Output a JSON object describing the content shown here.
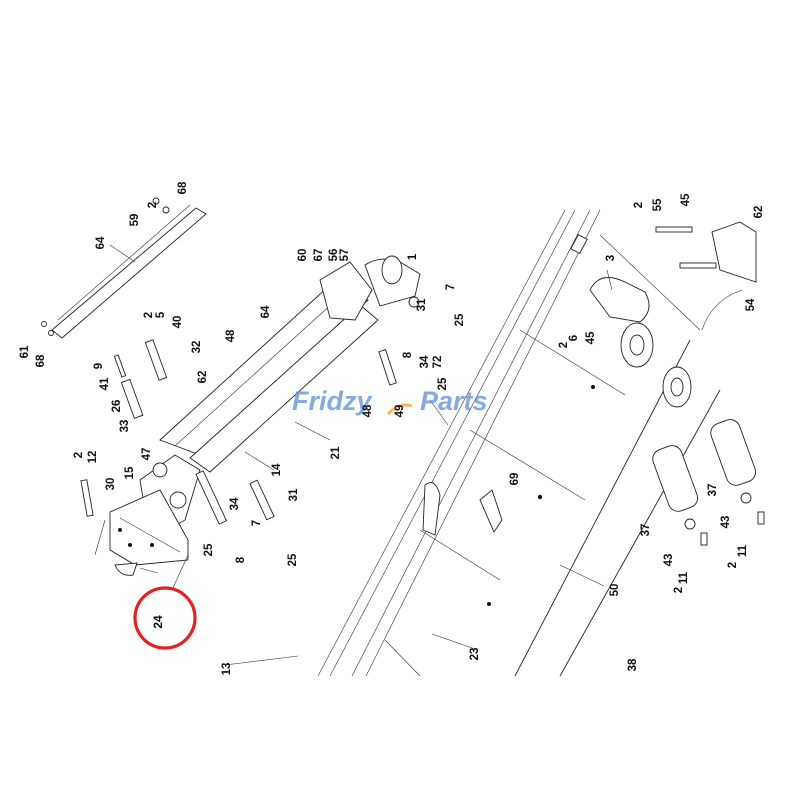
{
  "watermark": {
    "brand_part1": "Fridzy",
    "brand_part2": "Parts",
    "brand_color": "#5b8fd6",
    "accent_color": "#f0a21b"
  },
  "highlight": {
    "label": "24",
    "ring_color": "#e02424"
  },
  "callouts": [
    {
      "id": "c-64a",
      "text": "64",
      "rot": -90
    },
    {
      "id": "c-59",
      "text": "59",
      "rot": -90
    },
    {
      "id": "c-2a",
      "text": "2",
      "rot": -90
    },
    {
      "id": "c-68a",
      "text": "68",
      "rot": -90
    },
    {
      "id": "c-61",
      "text": "61",
      "rot": -90
    },
    {
      "id": "c-68b",
      "text": "68",
      "rot": -90
    },
    {
      "id": "c-2b",
      "text": "2",
      "rot": -90
    },
    {
      "id": "c-5",
      "text": "5",
      "rot": -90
    },
    {
      "id": "c-40",
      "text": "40",
      "rot": -90
    },
    {
      "id": "c-32",
      "text": "32",
      "rot": -90
    },
    {
      "id": "c-9",
      "text": "9",
      "rot": -90
    },
    {
      "id": "c-41",
      "text": "41",
      "rot": -90
    },
    {
      "id": "c-26",
      "text": "26",
      "rot": -90
    },
    {
      "id": "c-33",
      "text": "33",
      "rot": -90
    },
    {
      "id": "c-62a",
      "text": "62",
      "rot": -90
    },
    {
      "id": "c-48a",
      "text": "48",
      "rot": -90
    },
    {
      "id": "c-64b",
      "text": "64",
      "rot": -90
    },
    {
      "id": "c-60",
      "text": "60",
      "rot": -90
    },
    {
      "id": "c-67",
      "text": "67",
      "rot": -90
    },
    {
      "id": "c-56",
      "text": "56",
      "rot": -90
    },
    {
      "id": "c-57",
      "text": "57",
      "rot": -90
    },
    {
      "id": "c-1",
      "text": "1",
      "rot": -90
    },
    {
      "id": "c-31a",
      "text": "31",
      "rot": -90
    },
    {
      "id": "c-7a",
      "text": "7",
      "rot": -90
    },
    {
      "id": "c-25a",
      "text": "25",
      "rot": -90
    },
    {
      "id": "c-8a",
      "text": "8",
      "rot": -90
    },
    {
      "id": "c-34a",
      "text": "34",
      "rot": -90
    },
    {
      "id": "c-72",
      "text": "72",
      "rot": -90
    },
    {
      "id": "c-25b",
      "text": "25",
      "rot": -90
    },
    {
      "id": "c-48b",
      "text": "48",
      "rot": -90
    },
    {
      "id": "c-49",
      "text": "49",
      "rot": -90
    },
    {
      "id": "c-2c",
      "text": "2",
      "rot": -90
    },
    {
      "id": "c-12",
      "text": "12",
      "rot": -90
    },
    {
      "id": "c-47",
      "text": "47",
      "rot": -90
    },
    {
      "id": "c-15",
      "text": "15",
      "rot": -90
    },
    {
      "id": "c-30",
      "text": "30",
      "rot": -90
    },
    {
      "id": "c-21",
      "text": "21",
      "rot": -90
    },
    {
      "id": "c-14",
      "text": "14",
      "rot": -90
    },
    {
      "id": "c-34b",
      "text": "34",
      "rot": -90
    },
    {
      "id": "c-31b",
      "text": "31",
      "rot": -90
    },
    {
      "id": "c-7b",
      "text": "7",
      "rot": -90
    },
    {
      "id": "c-25c",
      "text": "25",
      "rot": -90
    },
    {
      "id": "c-8b",
      "text": "8",
      "rot": -90
    },
    {
      "id": "c-25d",
      "text": "25",
      "rot": -90
    },
    {
      "id": "c-13",
      "text": "13",
      "rot": -90
    },
    {
      "id": "c-23",
      "text": "23",
      "rot": -90
    },
    {
      "id": "c-69",
      "text": "69",
      "rot": -90
    },
    {
      "id": "c-50",
      "text": "50",
      "rot": -90
    },
    {
      "id": "c-38",
      "text": "38",
      "rot": -90
    },
    {
      "id": "c-3",
      "text": "3",
      "rot": -90
    },
    {
      "id": "c-2d",
      "text": "2",
      "rot": -90
    },
    {
      "id": "c-6",
      "text": "6",
      "rot": -90
    },
    {
      "id": "c-45a",
      "text": "45",
      "rot": -90
    },
    {
      "id": "c-2e",
      "text": "2",
      "rot": -90
    },
    {
      "id": "c-55",
      "text": "55",
      "rot": -90
    },
    {
      "id": "c-45b",
      "text": "45",
      "rot": -90
    },
    {
      "id": "c-62b",
      "text": "62",
      "rot": -90
    },
    {
      "id": "c-54",
      "text": "54",
      "rot": -90
    },
    {
      "id": "c-37a",
      "text": "37",
      "rot": -90
    },
    {
      "id": "c-37b",
      "text": "37",
      "rot": -90
    },
    {
      "id": "c-43a",
      "text": "43",
      "rot": -90
    },
    {
      "id": "c-43b",
      "text": "43",
      "rot": -90
    },
    {
      "id": "c-2f",
      "text": "2",
      "rot": -90
    },
    {
      "id": "c-11a",
      "text": "11",
      "rot": -90
    },
    {
      "id": "c-2g",
      "text": "2",
      "rot": -90
    },
    {
      "id": "c-11b",
      "text": "11",
      "rot": -90
    }
  ]
}
